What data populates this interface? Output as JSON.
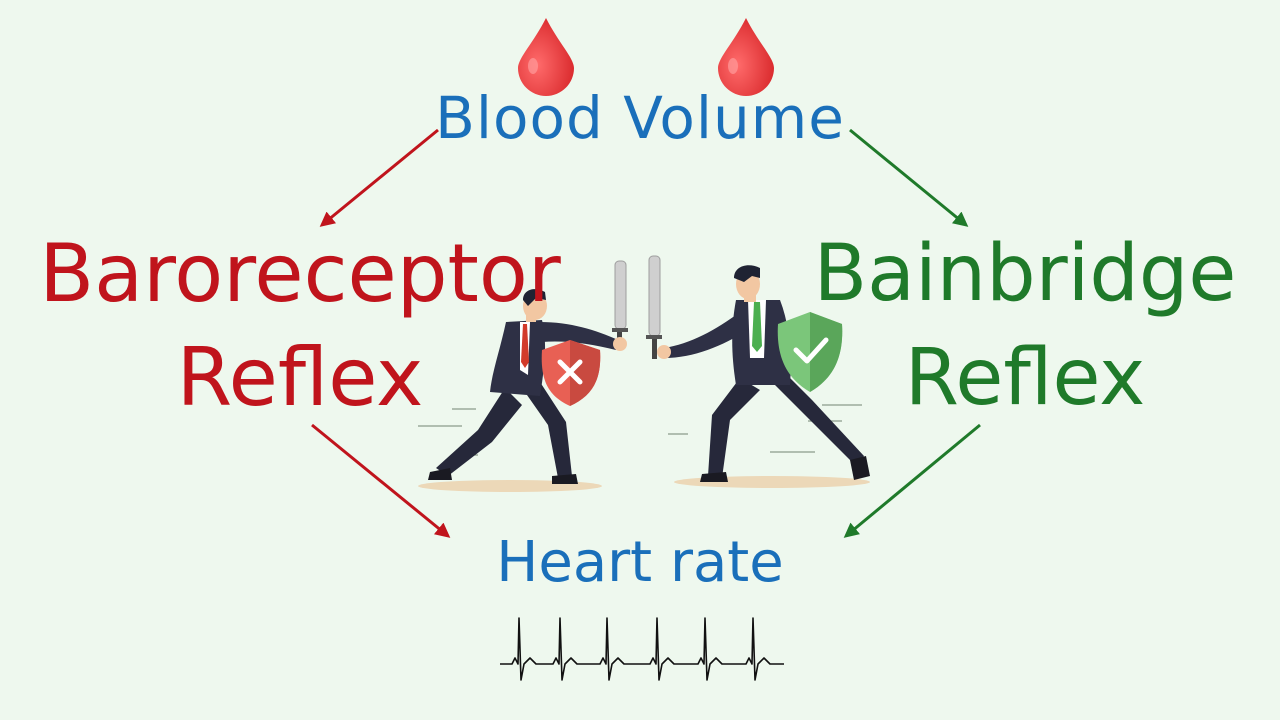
{
  "top": {
    "title": "Blood Volume"
  },
  "left": {
    "line1": "Baroreceptor",
    "line2": "Reflex",
    "verdict": "wrong"
  },
  "right": {
    "line1": "Bainbridge",
    "line2": "Reflex",
    "verdict": "right"
  },
  "bottom": {
    "label": "Heart rate",
    "beats_shown": 6
  },
  "colors": {
    "blue": "#1a6fba",
    "red": "#c0141c",
    "green": "#1f7a2a",
    "blood": "#e23a3a",
    "background": "#eef8ee"
  },
  "icons": [
    "blood-drop-icon",
    "x-mark-icon",
    "check-mark-icon",
    "ecg-icon"
  ]
}
